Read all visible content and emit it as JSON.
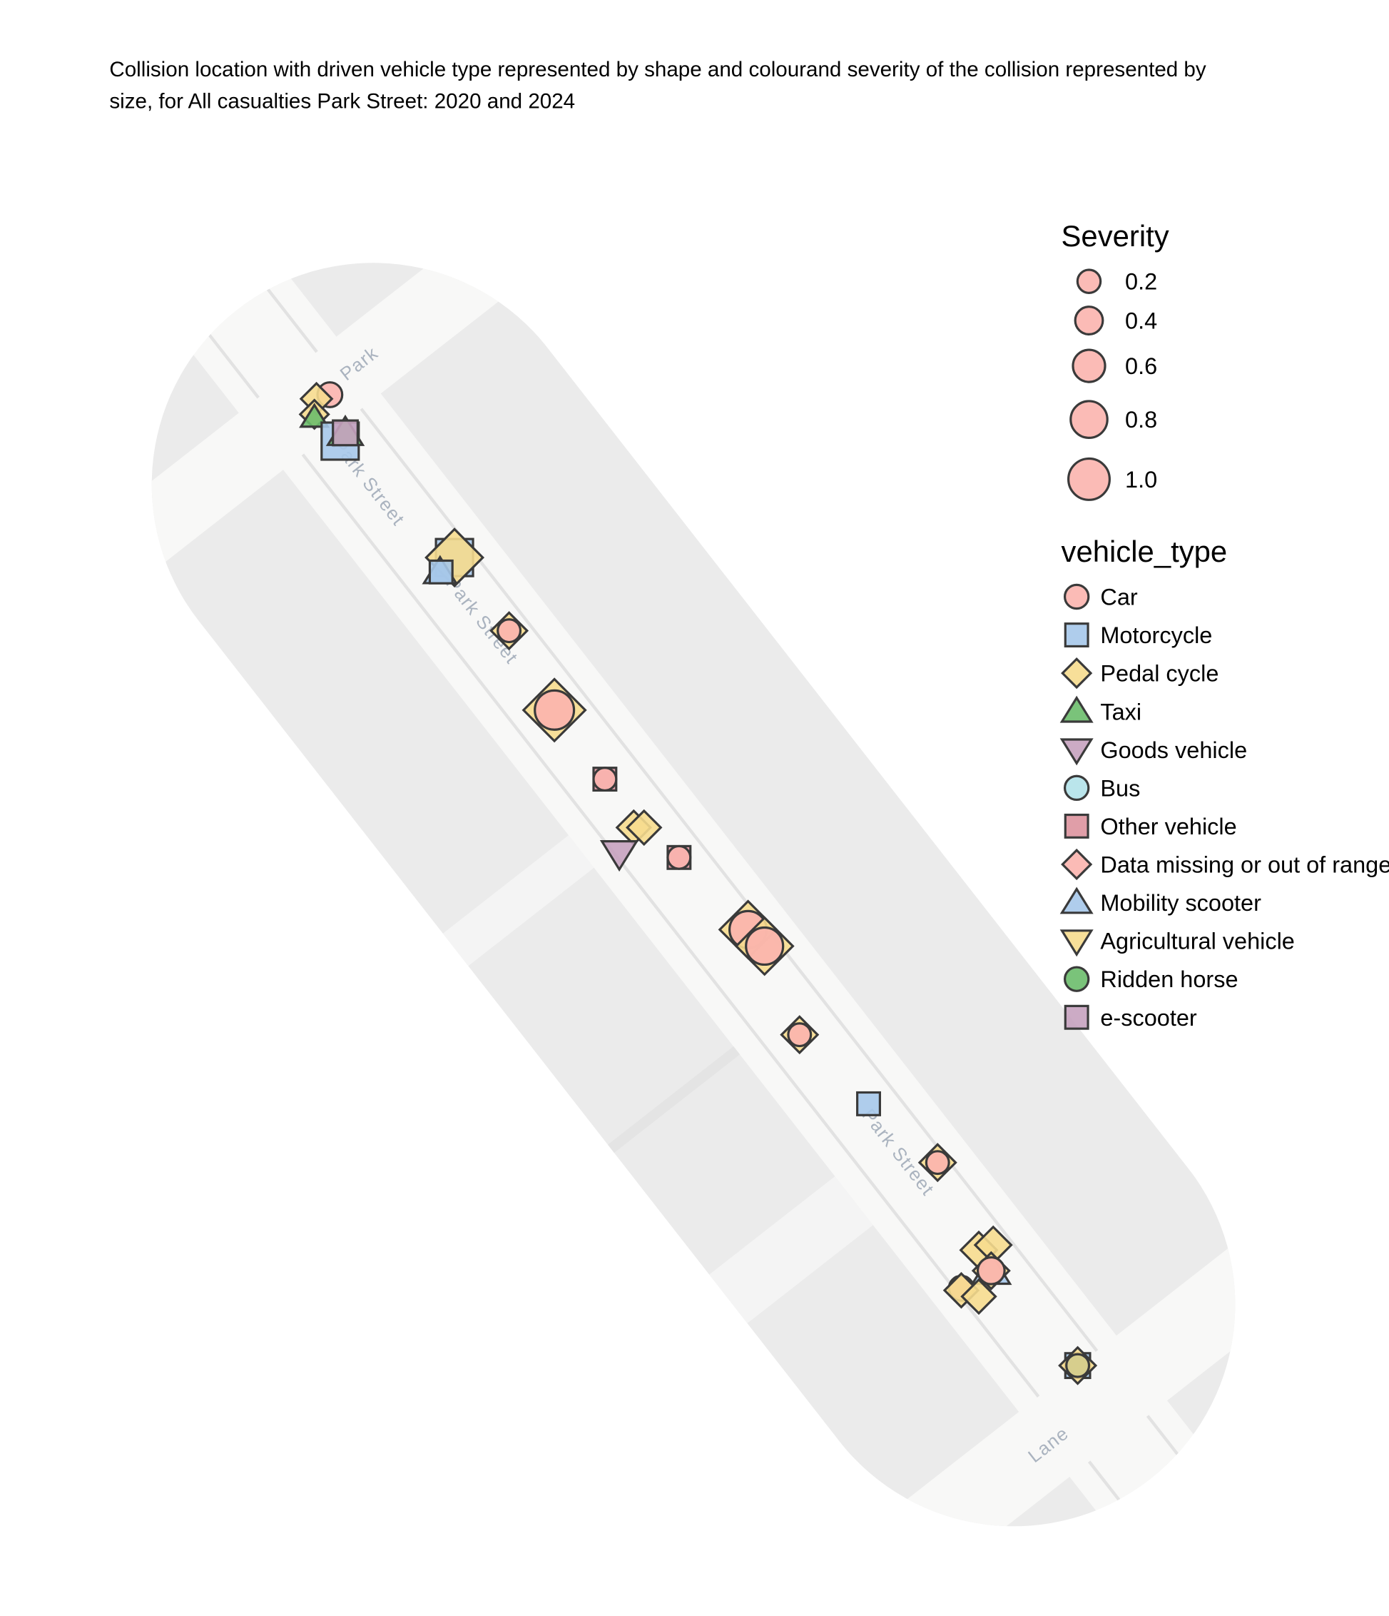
{
  "title_line1": "Collision location with driven vehicle type represented by shape and colourand severity of the collision represented by",
  "title_line2": "size, for All casualties Park Street: 2020 and 2024",
  "map_labels": {
    "park_top": "Park",
    "street_1": "Park Street",
    "street_2": "Park Street",
    "street_3": "Park Street",
    "lane": "Lane"
  },
  "legend_severity": {
    "title": "Severity",
    "items": [
      {
        "label": "0.2",
        "value": 0.2
      },
      {
        "label": "0.4",
        "value": 0.4
      },
      {
        "label": "0.6",
        "value": 0.6
      },
      {
        "label": "0.8",
        "value": 0.8
      },
      {
        "label": "1.0",
        "value": 1.0
      }
    ],
    "color": "#fbb4ae"
  },
  "legend_vehicle": {
    "title": "vehicle_type",
    "items": [
      {
        "label": "Car",
        "shape": "circle",
        "color": "#fbb4ae"
      },
      {
        "label": "Motorcycle",
        "shape": "square",
        "color": "#a6c8ea"
      },
      {
        "label": "Pedal cycle",
        "shape": "diamond",
        "color": "#f6dc8e"
      },
      {
        "label": "Taxi",
        "shape": "triangle-up",
        "color": "#6bbd6b"
      },
      {
        "label": "Goods vehicle",
        "shape": "triangle-down",
        "color": "#c6a2bf"
      },
      {
        "label": "Bus",
        "shape": "circle",
        "color": "#b3e2e9"
      },
      {
        "label": "Other vehicle",
        "shape": "square",
        "color": "#dd939f"
      },
      {
        "label": "Data missing or out of range",
        "shape": "diamond",
        "color": "#fbb4ae"
      },
      {
        "label": "Mobility scooter",
        "shape": "triangle-up",
        "color": "#a6c8ea"
      },
      {
        "label": "Agricultural vehicle",
        "shape": "triangle-down",
        "color": "#f6dc8e"
      },
      {
        "label": "Ridden horse",
        "shape": "circle",
        "color": "#6bbd6b"
      },
      {
        "label": "e-scooter",
        "shape": "square",
        "color": "#c6a2bf"
      }
    ]
  }
}
